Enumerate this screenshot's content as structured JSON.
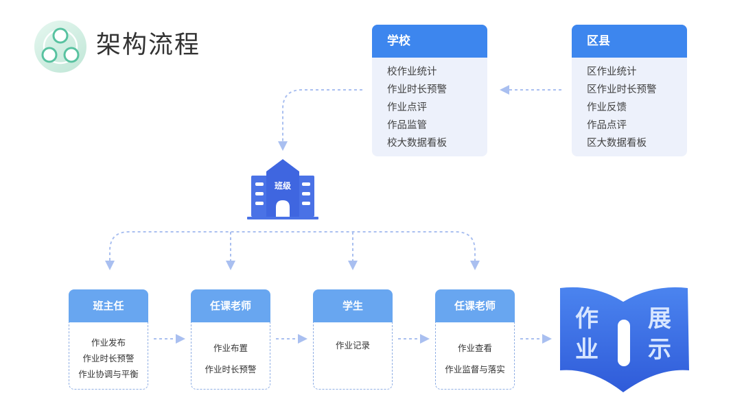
{
  "title": "架构流程",
  "school": {
    "header": "学校",
    "items": [
      "校作业统计",
      "作业时长预警",
      "作业点评",
      "作品监管",
      "校大数据看板"
    ]
  },
  "district": {
    "header": "区县",
    "items": [
      "区作业统计",
      "区作业时长预警",
      "作业反馈",
      "作品点评",
      "区大数据看板"
    ]
  },
  "class_label": "班级",
  "roles": [
    {
      "header": "班主任",
      "items": [
        "作业发布",
        "作业时长预警",
        "作业协调与平衡"
      ]
    },
    {
      "header": "任课老师",
      "items": [
        "作业布置",
        "作业时长预警"
      ]
    },
    {
      "header": "学生",
      "items": [
        "作业记录"
      ]
    },
    {
      "header": "任课老师",
      "items": [
        "作业查看",
        "作业监督与落实"
      ]
    }
  ],
  "book": {
    "left_chars": [
      "作",
      "业"
    ],
    "right_chars": [
      "展",
      "示"
    ]
  },
  "colors": {
    "primary": "#3d86ee",
    "secondary": "#68a6f0",
    "card_bg": "#edf1fb",
    "arrow": "#a9bff0",
    "book": "#3a6ee0",
    "logo": "#58c2a0"
  }
}
